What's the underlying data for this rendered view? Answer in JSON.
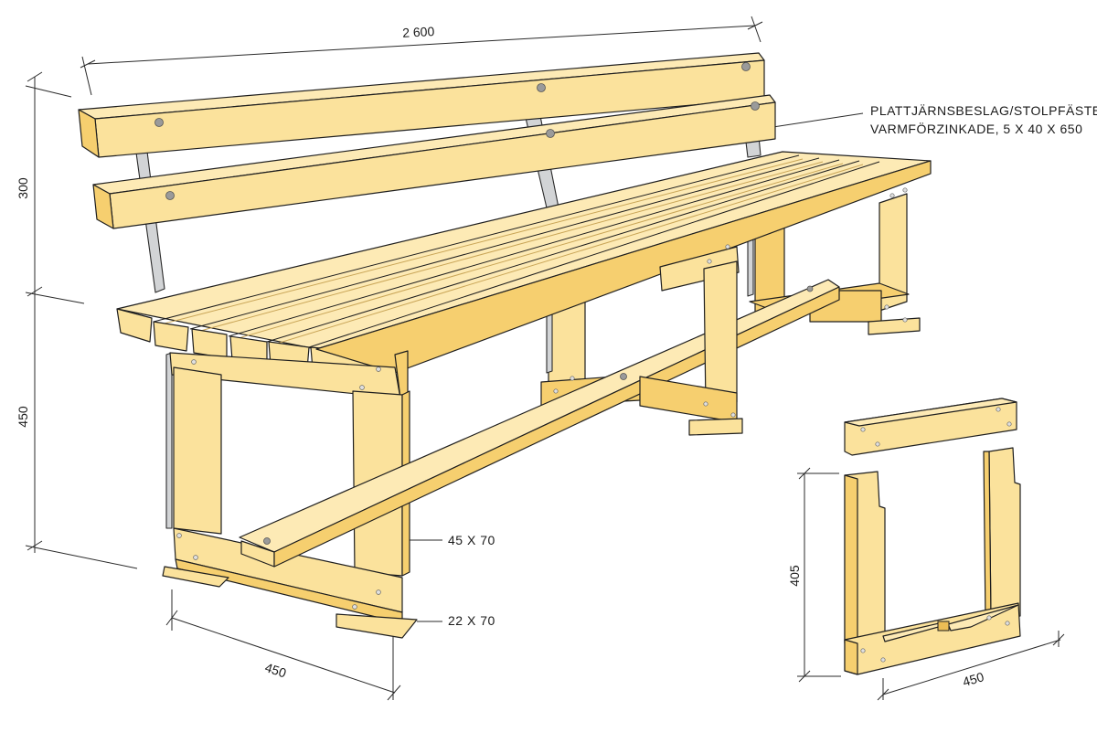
{
  "dimensions": {
    "length": "2 600",
    "back_height": "300",
    "seat_height": "450",
    "seat_depth": "450",
    "frame_height": "405",
    "frame_width": "450"
  },
  "callouts": {
    "bracket_line1": "PLATTJÄRNSBESLAG/STOLPFÄSTEN,",
    "bracket_line2": "VARMFÖRZINKADE, 5 X 40 X 650",
    "leg": "45 X 70",
    "foot": "22 X 70"
  },
  "colors": {
    "wood": "#fbe29c",
    "wood_shade": "#f6cf6f",
    "metal": "#d2d4d6"
  }
}
